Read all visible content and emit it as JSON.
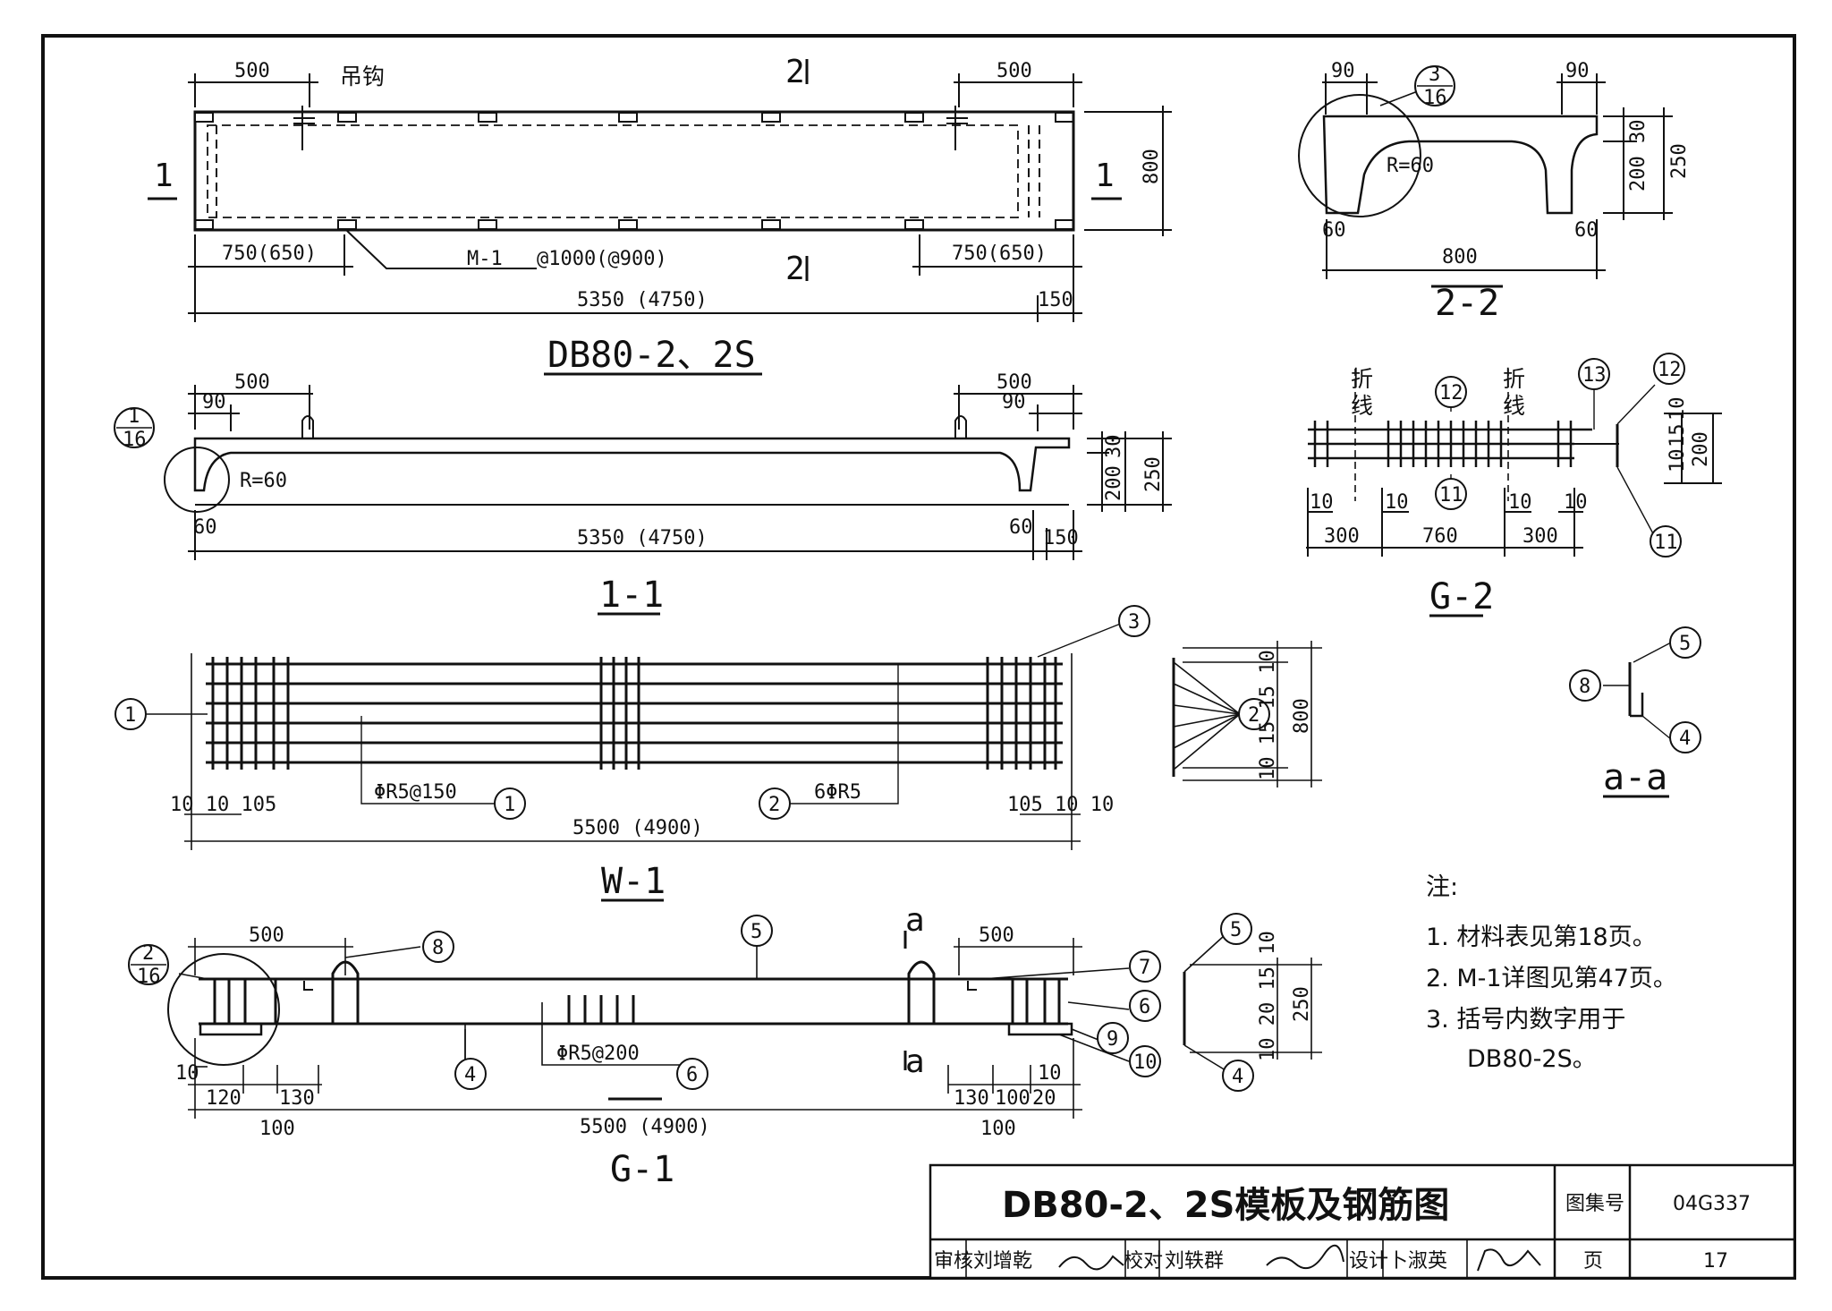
{
  "plan": {
    "title": "DB80-2、2S",
    "hook": "吊钩",
    "dim_500": "500",
    "dim_800": "800",
    "dim_750": "750(650)",
    "embed": "M-1",
    "spacing": "@1000(@900)",
    "dim_total": "5350 (4750)",
    "dim_150": "150",
    "cut_1": "1",
    "cut_2": "2"
  },
  "sec22": {
    "title": "2-2",
    "dim_90": "90",
    "detail_num": "3",
    "detail_page": "16",
    "radius": "R=60",
    "dim_30": "30",
    "dim_200": "200",
    "dim_250": "250",
    "dim_60": "60",
    "dim_800": "800"
  },
  "sec11": {
    "title": "1-1",
    "dim_500": "500",
    "dim_90": "90",
    "detail_num": "1",
    "detail_page": "16",
    "radius": "R=60",
    "dim_60": "60",
    "dim_total": "5350 (4750)",
    "dim_150": "150",
    "dim_30": "30",
    "dim_200": "200",
    "dim_250": "250"
  },
  "g2": {
    "title": "G-2",
    "fold1": "折",
    "fold2": "线",
    "dim_10": "10",
    "dim_300": "300",
    "dim_760": "760",
    "dim_15": "15",
    "dim_200": "200",
    "m11": "11",
    "m12": "12",
    "m13": "13"
  },
  "w1": {
    "title": "W-1",
    "bar_a": "ΦR5@150",
    "bar_b": "6ΦR5",
    "dims_left": "10 10 105",
    "dims_right": "105 10 10",
    "dim_total": "5500 (4900)",
    "side_dims": "10 15 15 10",
    "dim_800": "800",
    "m1": "1",
    "m2": "2",
    "m3": "3"
  },
  "aa": {
    "title": "a-a",
    "m4": "4",
    "m5": "5",
    "m8": "8"
  },
  "g1": {
    "title": "G-1",
    "cut": "a",
    "dim_500": "500",
    "detail_num": "2",
    "detail_page": "16",
    "bar": "ΦR5@200",
    "dim_10": "10",
    "dim_120": "120",
    "dim_130": "130",
    "dim_100": "100",
    "dim_20": "20",
    "dim_total": "5500 (4900)",
    "side_dims": "10 20 15 10",
    "dim_250": "250",
    "m4": "4",
    "m5": "5",
    "m6": "6",
    "m7": "7",
    "m8": "8",
    "m9": "9",
    "m10": "10"
  },
  "notes": {
    "heading": "注:",
    "items": [
      "1. 材料表见第18页。",
      "2. M-1详图见第47页。",
      "3. 括号内数字用于",
      "DB80-2S。"
    ]
  },
  "title_block": {
    "drawing_title": "DB80-2、2S模板及钢筋图",
    "atlas_label": "图集号",
    "atlas_no": "04G337",
    "page_label": "页",
    "page_no": "17",
    "review_label": "审核",
    "reviewer": "刘增乾",
    "check_label": "校对",
    "checker": "刘轶群",
    "design_label": "设计",
    "designer": "卜淑英"
  }
}
